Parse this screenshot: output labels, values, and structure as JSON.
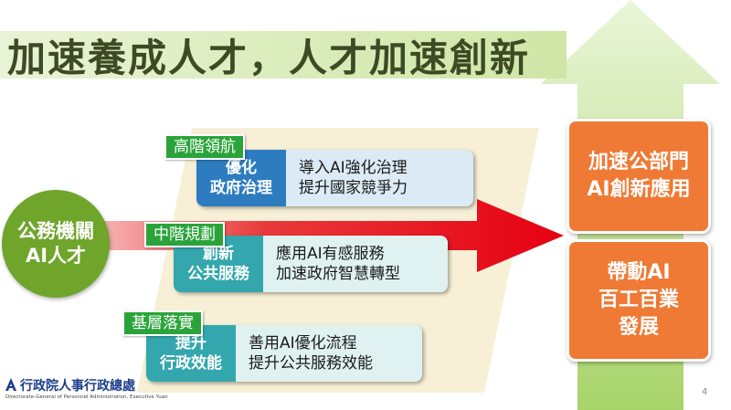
{
  "title": "加速養成人才，人才加速創新",
  "center_circle": {
    "line1": "公務機關",
    "line2": "AI人才"
  },
  "levels": [
    {
      "tag": "高階領航",
      "left_line1": "優化",
      "left_line2": "政府治理",
      "right_line1": "導入AI強化治理",
      "right_line2": "提升國家競爭力"
    },
    {
      "tag": "中階規劃",
      "left_line1": "創新",
      "left_line2": "公共服務",
      "right_line1": "應用AI有感服務",
      "right_line2": "加速政府智慧轉型"
    },
    {
      "tag": "基層落實",
      "left_line1": "提升",
      "left_line2": "行政效能",
      "right_line1": "善用AI優化流程",
      "right_line2": "提升公共服務效能"
    }
  ],
  "outcomes": [
    {
      "line1": "加速公部門",
      "line2": "AI創新應用"
    },
    {
      "line1": "帶動AI",
      "line2": "百工百業",
      "line3": "發展"
    }
  ],
  "logo": {
    "name": "行政院人事行政總處",
    "subtitle": "Directorate-General of Personnel Administration, Executive Yuan"
  },
  "page_number": "4",
  "colors": {
    "title_text": "#3d4a23",
    "green": "#2aa43a",
    "circle": "#6fa52b",
    "orange": "#ef7a35",
    "red": "#e60012",
    "blue": "#2d7cc0",
    "teal": "#33a7ad"
  }
}
